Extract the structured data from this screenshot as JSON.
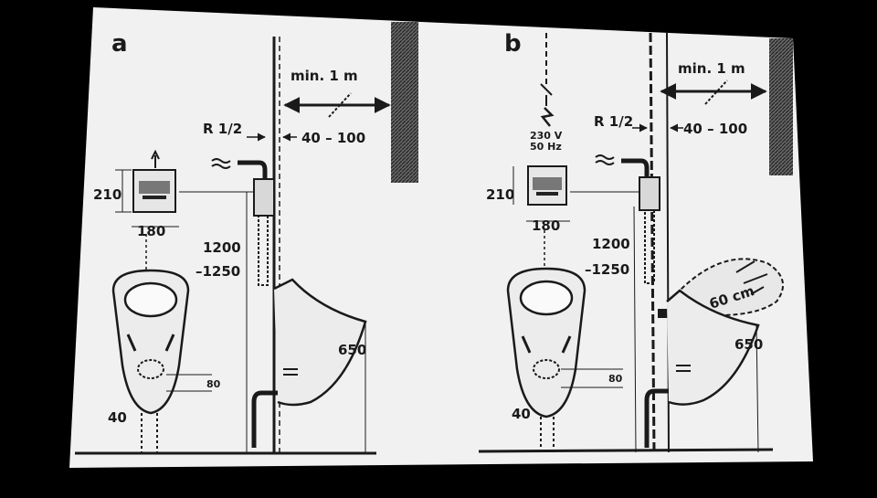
{
  "panel_a": {
    "letter": "a",
    "min_distance": "min. 1 m",
    "thread": "R 1/2",
    "range": "40 – 100",
    "box_height": "210",
    "box_width": "180",
    "height_1": "1200",
    "height_2": "–1250",
    "rim_height": "650",
    "drain": "80",
    "base": "40"
  },
  "panel_b": {
    "letter": "b",
    "min_distance": "min. 1 m",
    "thread": "R 1/2",
    "range": "40 – 100",
    "voltage": "230 V",
    "frequency": "50 Hz",
    "box_height": "210",
    "box_width": "180",
    "height_1": "1200",
    "height_2": "–1250",
    "sensor_range": "60 cm",
    "rim_height": "650",
    "drain": "80",
    "base": "40"
  },
  "colors": {
    "screen": "#000000",
    "paper": "#f2f2f2",
    "ink": "#1a1a1a",
    "wall_hatch": "#555555"
  }
}
